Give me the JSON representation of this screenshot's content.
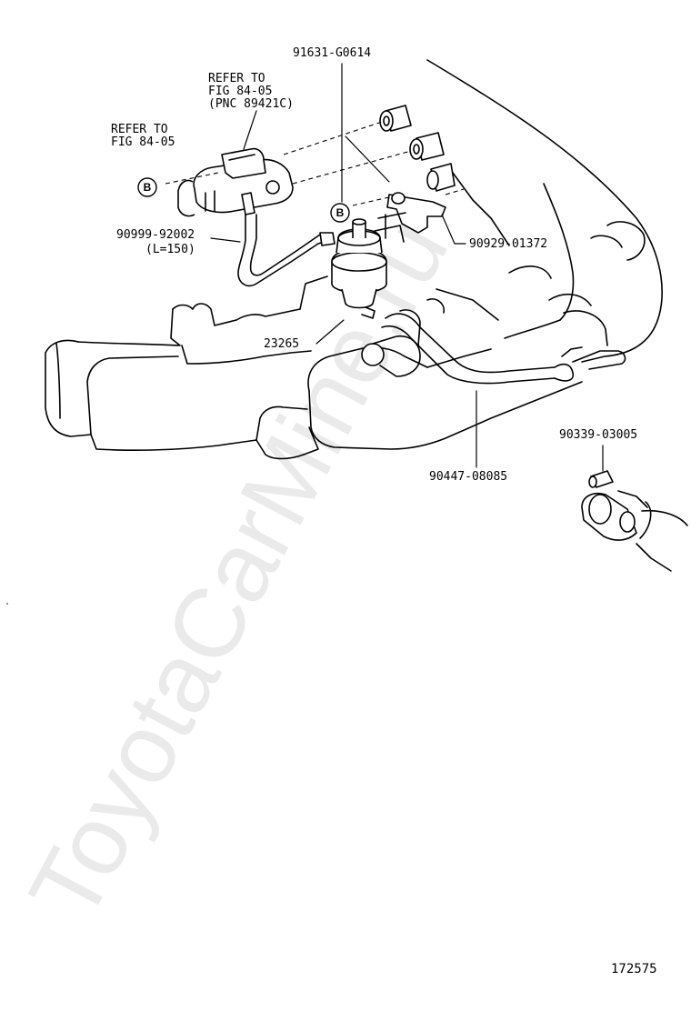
{
  "labels": {
    "pn_91631": "91631-G0614",
    "refer_to_1": "REFER TO",
    "fig_1": "FIG 84-05",
    "pnc_1": "(PNC 89421C)",
    "refer_to_2": "REFER TO",
    "fig_2": "FIG 84-05",
    "callout_b_1": "B",
    "callout_b_2": "B",
    "pn_90999": "90999-92002",
    "length_note": "(L=150)",
    "pn_90929": "90929-01372",
    "pn_23265": "23265",
    "pn_90339": "90339-03005",
    "pn_90447": "90447-08085",
    "figure_number": "172575"
  },
  "watermark": "ToyotaCarMine.ru",
  "colors": {
    "line": "#000000",
    "background": "#ffffff",
    "watermark": "#d9d9d9"
  }
}
